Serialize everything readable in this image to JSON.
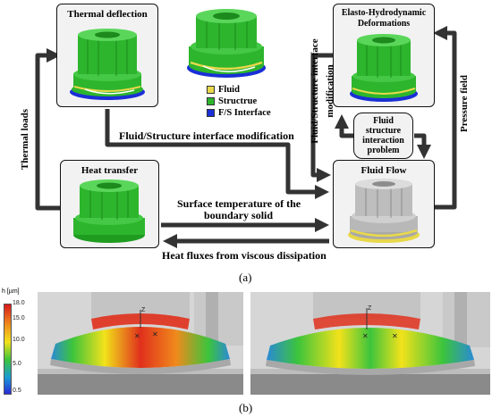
{
  "panel_a": {
    "boxes": {
      "thermal_deflection": "Thermal deflection",
      "ehd_line1": "Elasto-Hydrodynamic",
      "ehd_line2": "Deformations",
      "heat_transfer": "Heat transfer",
      "fluid_flow": "Fluid Flow",
      "fsi_line1": "Fluid",
      "fsi_line2": "structure",
      "fsi_line3": "interaction",
      "fsi_line4": "problem"
    },
    "legend": [
      {
        "label": "Fluid",
        "color": "#e8d84a"
      },
      {
        "label": "Structrue",
        "color": "#2db52d"
      },
      {
        "label": "F/S Interface",
        "color": "#1a2fd6"
      }
    ],
    "arrows": {
      "fs_interface_modification": "Fluid/Structure interface modification",
      "surface_temp_line1": "Surface temperature of the",
      "surface_temp_line2": "boundary solid",
      "heat_fluxes": "Heat fluxes from viscous dissipation",
      "thermal_loads": "Thermal loads",
      "pressure_field": "Pressure field",
      "vertical_fs_line1": "Fluid/Structure interface",
      "vertical_fs_line2": "modification"
    },
    "caption": "(a)"
  },
  "panel_b": {
    "colorbar": {
      "title": "h [µm]",
      "ticks": [
        "18.0",
        "15.0",
        "10.0",
        "5.0",
        "0.5"
      ],
      "colors": [
        "#d7191c",
        "#f08a1c",
        "#f2e21b",
        "#3cc43c",
        "#1b9ad6",
        "#2a2ad6"
      ]
    },
    "axis_label": "Z",
    "caption": "(b)"
  },
  "colors": {
    "structure": "#2db52d",
    "fluid": "#e8d84a",
    "interface": "#1a2fd6",
    "arrow": "#333333"
  }
}
